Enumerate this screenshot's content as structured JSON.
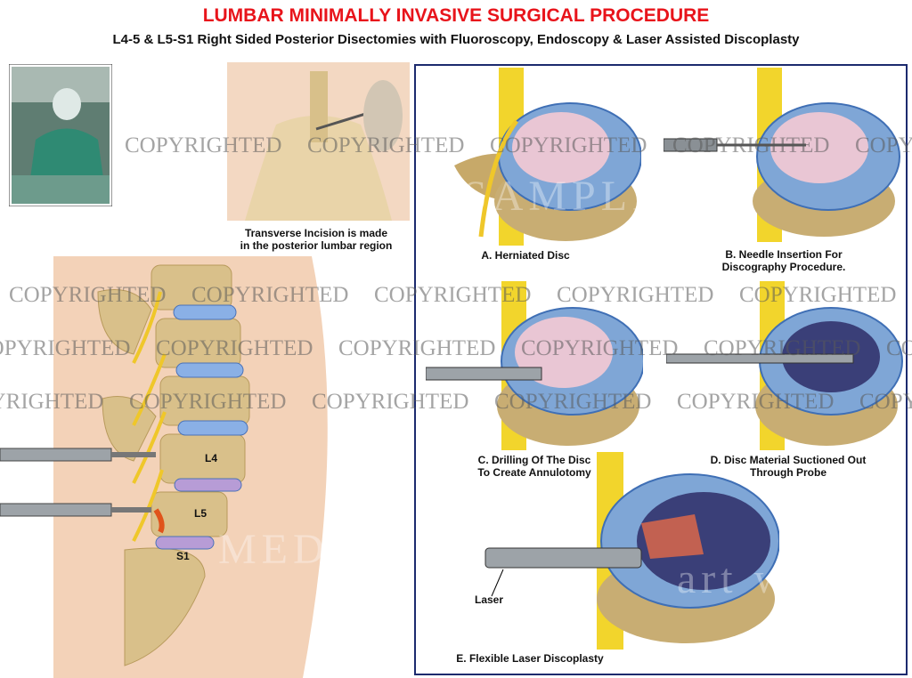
{
  "header": {
    "title": "LUMBAR MINIMALLY INVASIVE SURGICAL PROCEDURE",
    "subtitle": "L4-5 & L5-S1 Right Sided Posterior Disectomies with Fluoroscopy, Endoscopy & Laser Assisted Discoplasty"
  },
  "incision_caption": {
    "line1": "Transverse Incision is made",
    "line2": "in the posterior lumbar region"
  },
  "spine_labels": {
    "l4": "L4",
    "l5": "L5",
    "s1": "S1"
  },
  "panels": {
    "a": {
      "line1": "A.  Herniated Disc"
    },
    "b": {
      "line1": "B. Needle Insertion For",
      "line2": "Discography Procedure."
    },
    "c": {
      "line1": "C. Drilling Of The Disc",
      "line2": "To Create Annulotomy"
    },
    "d": {
      "line1": "D. Disc Material Suctioned Out",
      "line2": "Through Probe"
    },
    "e": {
      "line1": "E. Flexible Laser Discoplasty",
      "pointer": "Laser"
    }
  },
  "watermark": {
    "text": "COPYRIGHTED",
    "sample": "SAMPLE",
    "brand1": "MEDICAL",
    "brand2": "art works"
  },
  "colors": {
    "title": "#e8141b",
    "border": "#1c2a6e",
    "disc": "#7fa6d6",
    "bone": "#d9c08a",
    "nerve": "#f2cf2a"
  }
}
